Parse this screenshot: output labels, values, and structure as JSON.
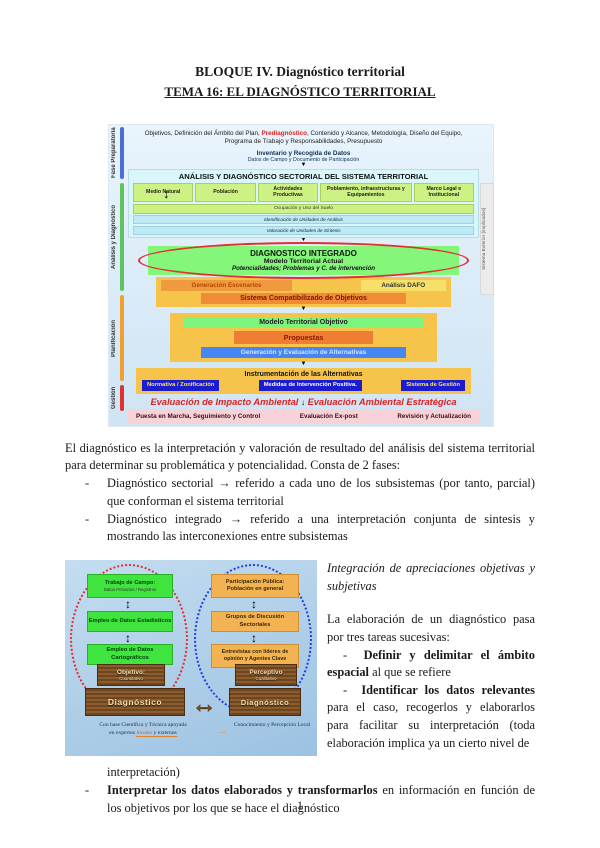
{
  "page": {
    "number": "1"
  },
  "header": {
    "block": "BLOQUE IV. Diagnóstico territorial",
    "tema": "TEMA 16: EL DIAGNÓSTICO TERRITORIAL"
  },
  "d1": {
    "phases": [
      {
        "label": "Fase Preparatoria",
        "color": "#4a6fd4"
      },
      {
        "label": "Análisis y Diagnóstico",
        "color": "#5fc45f"
      },
      {
        "label": "Planificación",
        "color": "#f0a030"
      },
      {
        "label": "Gestión",
        "color": "#e03030"
      }
    ],
    "right_label": "Sistema Exterior (implicados)",
    "prep_a": "Objetivos, Definición del Ámbito del Plan, ",
    "prep_hl": "Prediagnóstico",
    "prep_b": ", Contenido y Alcance, Metodología, Diseño del Equipo, Programa de Trabajo y Responsabilidades, Presupuesto",
    "inv_title": "Inventario y Recogida de Datos",
    "inv_sub": "Datos de Campo y Documento de Participación",
    "sect_title": "ANÁLISIS Y DIAGNÓSTICO SECTORIAL DEL SISTEMA TERRITORIAL",
    "sectors": [
      "Medio Natural",
      "Población",
      "Actividades Productivas",
      "Poblamiento, infraestructuras y Equipamientos",
      "Marco Legal e Institucional"
    ],
    "suelo": "Ocupación y Uso del Suelo",
    "unidades1": "Identificación de Unidades de Análisis",
    "unidades2": "Valoración de Unidades de Síntesis",
    "int1": "DIAGNOSTICO INTEGRADO",
    "int2": "Modelo Territorial Actual",
    "int3": "Potencialidades; Problemas y C. de intervención",
    "esc": "Generación Escenarios",
    "dafo": "Análisis DAFO",
    "sco": "Sistema Compatibilizado de Objetivos",
    "mto": "Modelo Territorial Objetivo",
    "prop": "Propuestas",
    "gea": "Generación y Evaluación de Alternativas",
    "instr": "Instrumentación de las Alternativas",
    "instruments": [
      "Normativa / Zonificación",
      "Medidas de Intervención Positiva.",
      "Sistema de Gestión"
    ],
    "eia": "Evaluación de Impacto Ambiental",
    "arrow_down": "↓",
    "eae": "Evaluación Ambiental Estratégica",
    "gestion": [
      "Puesta en Marcha, Seguimiento y Control",
      "Evaluación Ex-post",
      "Revisión y Actualización"
    ]
  },
  "body1": {
    "p1": "El diagnóstico es la interpretación y valoración de resultado del análisis del sistema territorial para determinar su problemática y potencialidad. Consta de 2 fases:",
    "b1": "Diagnóstico sectorial → referido a cada uno de los subsistemas (por tanto, parcial) que conforman el sistema territorial",
    "b2": "Diagnóstico integrado → referido a una interpretación conjunta de sintesis y mostrando las interconexiones entre subsistemas"
  },
  "d2": {
    "l1a": "Trabajo de Campo:",
    "l1b": "Datos Primarios / Registros",
    "l2": "Empleo de Datos Estadísticos",
    "l3": "Empleo de Datos Cartográficos",
    "r1": "Participación Pública: Población en general",
    "r2": "Grupos de Discusión Sectoriales",
    "r3": "Entrevistas con líderes de opinión y Agentes Clave",
    "updown_arrow": "↕",
    "ls_top": "Objetivo:",
    "ls_sub": "Cuantitativo",
    "ls_main": "Diagnóstico",
    "rs_top": "Perceptivo",
    "rs_sub": "Cualitativo",
    "rs_main": "Diagnóstico",
    "big_arrow": "↔",
    "cl1": "Con base Científica y Técnica apoyada",
    "cl2a": "en expertos ",
    "cl2b": "locales",
    "cl2c": " y externos",
    "cap_arrow": "→",
    "cr": "Conocimiento y Percepción Local"
  },
  "side": {
    "head": "Integración de apreciaciones objetivas y subjetivas",
    "p": "La elaboración de un diagnóstico pasa por tres tareas sucesivas:",
    "b1_bold": "Definir y delimitar el ámbito espacial",
    "b1_rest": " al que se refiere",
    "b2_bold": "Identificar los datos relevantes",
    "b2_rest": " para el caso, recogerlos y elaborarlos para facilitar su interpretación (toda elaboración implica ya un cierto nivel de"
  },
  "body2": {
    "cont": "interpretación)",
    "b3_bold": "Interpretar los datos elaborados y transformarlos",
    "b3_rest": " en información en función de los objetivos por los que se hace el diagnóstico"
  },
  "colors": {
    "accent_red": "#e02020",
    "integrado_green": "#84f77a",
    "panel_orange": "#f6c44a",
    "panel_pink": "#f8d2d8",
    "box_blue": "#1c1ccf"
  }
}
